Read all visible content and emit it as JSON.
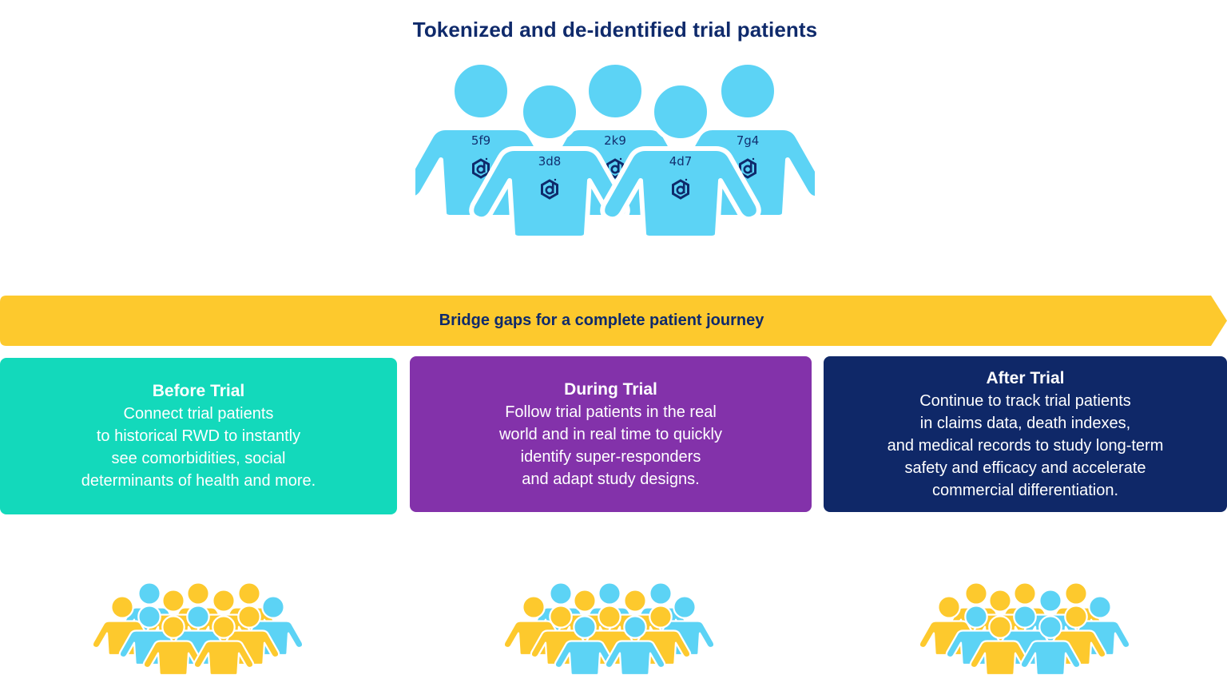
{
  "title": "Tokenized and de-identified trial patients",
  "colors": {
    "navy": "#0f2a6b",
    "sky_blue": "#5cd3f5",
    "yellow": "#fdc92d",
    "teal": "#13d9bb",
    "purple": "#8332aa",
    "dark_navy": "#0f2868",
    "white": "#ffffff"
  },
  "tokenized_patients": [
    {
      "token": "5f9",
      "icon": "datavant-hexagon-d-icon"
    },
    {
      "token": "3d8",
      "icon": "datavant-hexagon-d-icon"
    },
    {
      "token": "2k9",
      "icon": "datavant-hexagon-d-icon"
    },
    {
      "token": "4d7",
      "icon": "datavant-hexagon-d-icon"
    },
    {
      "token": "7g4",
      "icon": "datavant-hexagon-d-icon"
    }
  ],
  "banner": {
    "label": "Bridge gaps for a complete patient journey",
    "shape": "arrow-right"
  },
  "stages": [
    {
      "title": "Before Trial",
      "body": "Connect trial patients\nto historical RWD to instantly\nsee comorbidities, social\ndeterminants of health and more."
    },
    {
      "title": "During Trial",
      "body": "Follow trial patients in the real\nworld and in real time to quickly\nidentify super-responders\nand adapt study designs."
    },
    {
      "title": "After Trial",
      "body": "Continue to track trial patients\nin claims data, death indexes,\nand medical records to study long-term\nsafety and efficacy and accelerate\ncommercial differentiation."
    }
  ],
  "crowds": [
    {
      "stage": "Before Trial",
      "figure_colors": [
        "blue",
        "yellow",
        "yellow",
        "yellow",
        "yellow",
        "yellow",
        "blue",
        "blue",
        "blue",
        "yellow",
        "yellow",
        "yellow"
      ]
    },
    {
      "stage": "During Trial",
      "figure_colors": [
        "blue",
        "blue",
        "blue",
        "yellow",
        "yellow",
        "yellow",
        "blue",
        "yellow",
        "yellow",
        "yellow",
        "blue",
        "blue"
      ]
    },
    {
      "stage": "After Trial",
      "figure_colors": [
        "yellow",
        "yellow",
        "yellow",
        "yellow",
        "blue",
        "yellow",
        "blue",
        "blue",
        "blue",
        "yellow",
        "yellow",
        "blue"
      ]
    }
  ]
}
